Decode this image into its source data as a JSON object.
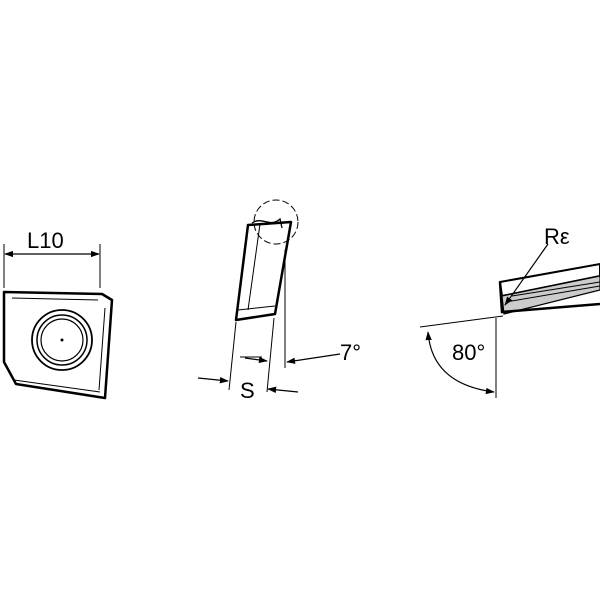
{
  "views": {
    "top": {
      "dimension_label": "L10"
    },
    "side": {
      "thickness_label": "S",
      "clearance_angle_label": "7°"
    },
    "corner": {
      "radius_label": "Rε",
      "corner_angle_label": "80°"
    }
  },
  "colors": {
    "line": "#000000",
    "face_shade": "#cccccc",
    "background": "#ffffff"
  }
}
